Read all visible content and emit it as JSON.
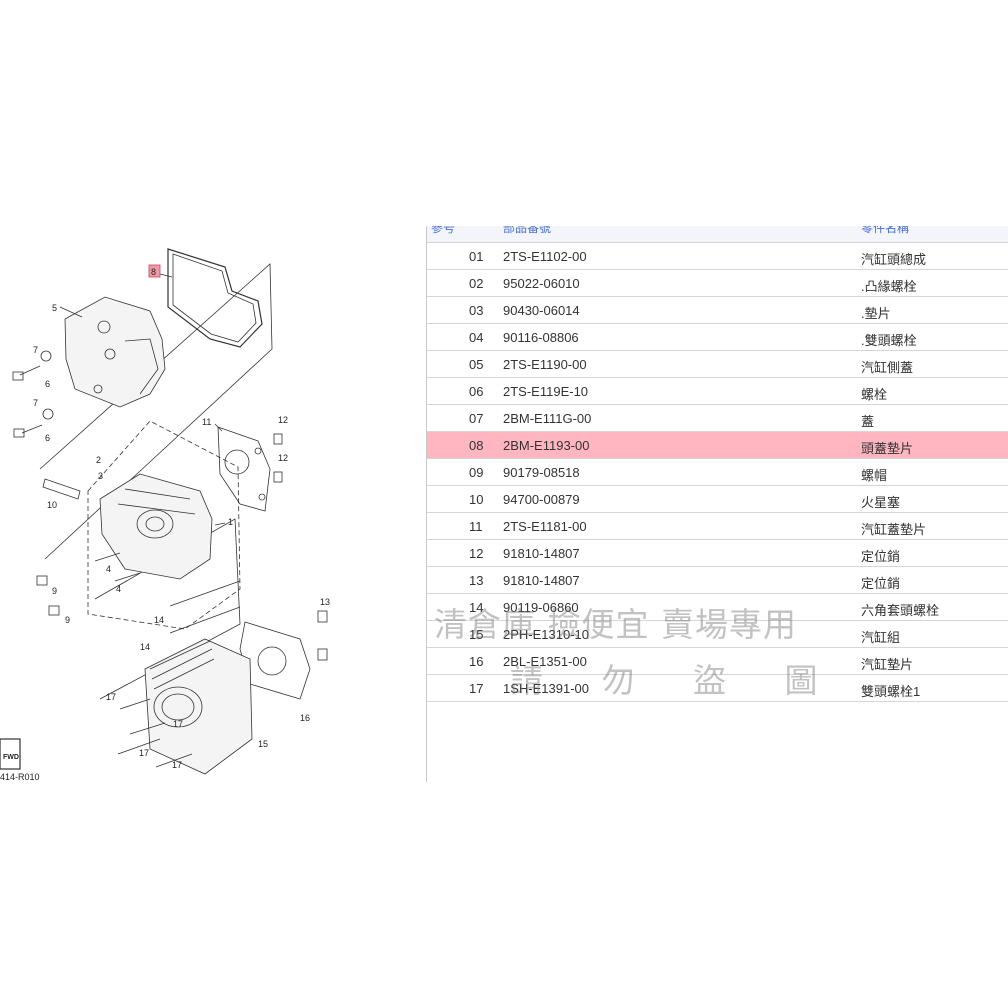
{
  "diagram": {
    "callouts": [
      "8",
      "5",
      "7",
      "6",
      "7",
      "6",
      "11",
      "12",
      "12",
      "2",
      "3",
      "10",
      "1",
      "4",
      "4",
      "9",
      "9",
      "13",
      "14",
      "14",
      "17",
      "17",
      "17",
      "17",
      "16",
      "15"
    ],
    "drawing_code": "414-R010",
    "fwd_label": "FWD"
  },
  "table": {
    "headers": [
      "參号",
      "部品番號",
      "零件名稱"
    ],
    "rows": [
      {
        "ref": "01",
        "part_no": "2TS-E1102-00",
        "name": "汽缸頭總成"
      },
      {
        "ref": "02",
        "part_no": "95022-06010",
        "name": ".凸緣螺栓"
      },
      {
        "ref": "03",
        "part_no": "90430-06014",
        "name": ".墊片"
      },
      {
        "ref": "04",
        "part_no": "90116-08806",
        "name": ".雙頭螺栓"
      },
      {
        "ref": "05",
        "part_no": "2TS-E1190-00",
        "name": "汽缸側蓋"
      },
      {
        "ref": "06",
        "part_no": "2TS-E119E-10",
        "name": "螺栓"
      },
      {
        "ref": "07",
        "part_no": "2BM-E111G-00",
        "name": "蓋"
      },
      {
        "ref": "08",
        "part_no": "2BM-E1193-00",
        "name": "頭蓋墊片"
      },
      {
        "ref": "09",
        "part_no": "90179-08518",
        "name": "螺帽"
      },
      {
        "ref": "10",
        "part_no": "94700-00879",
        "name": "火星塞"
      },
      {
        "ref": "11",
        "part_no": "2TS-E1181-00",
        "name": "汽缸蓋墊片"
      },
      {
        "ref": "12",
        "part_no": "91810-14807",
        "name": "定位銷"
      },
      {
        "ref": "13",
        "part_no": "91810-14807",
        "name": "定位銷"
      },
      {
        "ref": "14",
        "part_no": "90119-06860",
        "name": "六角套頭螺栓"
      },
      {
        "ref": "15",
        "part_no": "2PH-E1310-10",
        "name": "汽缸組"
      },
      {
        "ref": "16",
        "part_no": "2BL-E1351-00",
        "name": "汽缸墊片"
      },
      {
        "ref": "17",
        "part_no": "1SH-E1391-00",
        "name": "雙頭螺栓1"
      }
    ],
    "selected_row": 8,
    "selected_color": "#ffb6c1"
  },
  "watermark": {
    "line1": "清倉庫 撿便宜 賣場專用",
    "line2": "請 勿 盜 圖"
  }
}
